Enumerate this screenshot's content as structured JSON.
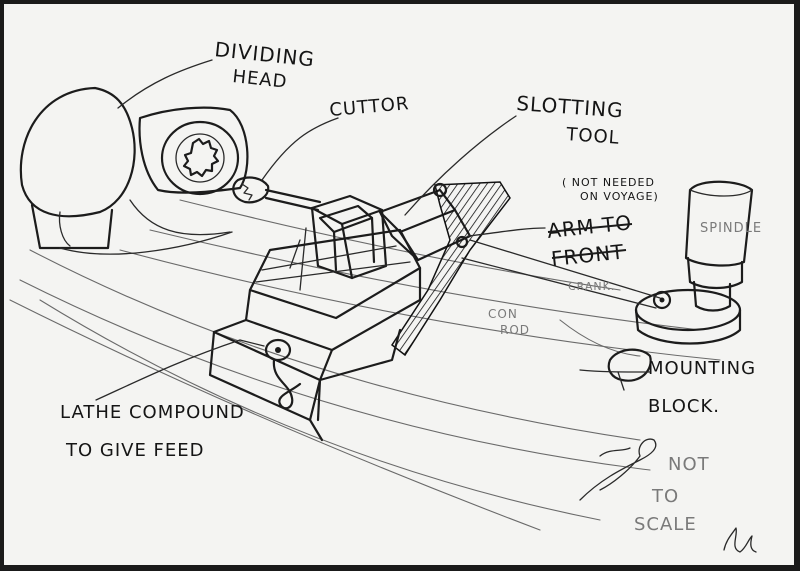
{
  "labels": {
    "dividing_head_l1": "DIVIDING",
    "dividing_head_l2": "HEAD",
    "cutter": "CUTTOR",
    "slotting_tool_l1": "SLOTTING",
    "slotting_tool_l2": "TOOL",
    "not_needed_l1": "( NOT NEEDED",
    "not_needed_l2": "ON VOYAGE)",
    "arm_to_front_l1": "ARM TO",
    "arm_to_front_l2": "FRONT",
    "spindle": "SPINDLE",
    "crank": "CRANK.",
    "con_rod_l1": "CON",
    "con_rod_l2": "ROD",
    "mounting_block_l1": "MOUNTING",
    "mounting_block_l2": "BLOCK.",
    "lathe_compound_l1": "LATHE COMPOUND",
    "lathe_compound_l2": "TO GIVE FEED",
    "not_to_scale_l1": "NOT",
    "not_to_scale_l2": "TO",
    "not_to_scale_l3": "SCALE"
  },
  "colors": {
    "paper": "#f4f4f2",
    "ink": "#1c1c1c",
    "pencil": "#8a8a8a",
    "border": "#1a1a1a"
  }
}
